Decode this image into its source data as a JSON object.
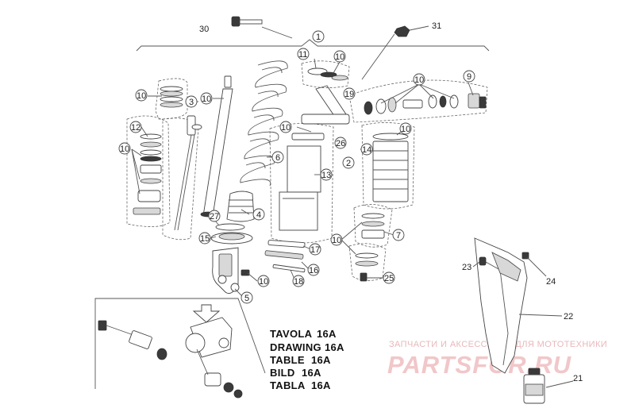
{
  "diagram": {
    "callouts": [
      "30",
      "31",
      "1",
      "11",
      "10",
      "10",
      "9",
      "10",
      "3",
      "10",
      "19",
      "12",
      "10",
      "26",
      "10",
      "10",
      "6",
      "13",
      "2",
      "14",
      "27",
      "4",
      "15",
      "17",
      "16",
      "7",
      "10",
      "18",
      "10",
      "25",
      "5",
      "23",
      "24",
      "22",
      "21"
    ],
    "table_labels": [
      {
        "word": "TAVOLA",
        "code": "16A"
      },
      {
        "word": "DRAWING",
        "code": "16A"
      },
      {
        "word": "TABLE",
        "code": "16A"
      },
      {
        "word": "BILD",
        "code": "16A"
      },
      {
        "word": "TABLA",
        "code": "16A"
      }
    ]
  },
  "watermark": {
    "tagline": "ЗАПЧАСТИ И АКСЕССУАРЫ ДЛЯ МОТОТЕХНИКИ",
    "brand": "PARTSFOR.RU"
  }
}
